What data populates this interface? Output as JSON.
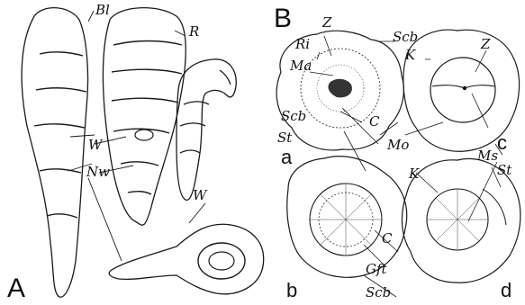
{
  "figure": {
    "panel_A": {
      "panel_label": "A",
      "labels": {
        "bl": "Bl",
        "r": "R",
        "w1": "W",
        "nw": "Nw",
        "w2": "W"
      }
    },
    "panel_B": {
      "panel_label": "B",
      "labels": {
        "z1": "Z",
        "ri": "Ri",
        "ma": "Ma",
        "scb1": "Scb",
        "scb2": "Scb",
        "k1": "K",
        "z2": "Z",
        "st1": "St",
        "c1": "C",
        "mo": "Mo",
        "ms": "Ms",
        "st2": "St",
        "k2": "K",
        "c2": "C",
        "gft": "Gft",
        "scb3": "Scb"
      },
      "sub_panels": {
        "a": "a",
        "b": "b",
        "c": "c",
        "d": "d"
      }
    }
  }
}
